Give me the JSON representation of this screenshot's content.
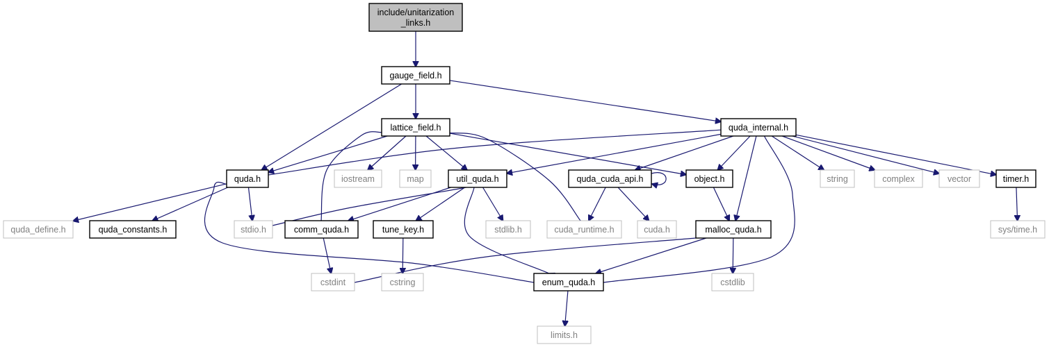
{
  "diagram": {
    "edge_color": "#191970",
    "root_fill": "#bfbfbf",
    "external_text_color": "#808080",
    "nodes": [
      {
        "id": "unitarization_links",
        "label": [
          "include/unitarization",
          "_links.h"
        ],
        "kind": "root"
      },
      {
        "id": "gauge_field",
        "label": [
          "gauge_field.h"
        ],
        "kind": "internal"
      },
      {
        "id": "lattice_field",
        "label": [
          "lattice_field.h"
        ],
        "kind": "internal"
      },
      {
        "id": "quda_internal",
        "label": [
          "quda_internal.h"
        ],
        "kind": "internal"
      },
      {
        "id": "quda",
        "label": [
          "quda.h"
        ],
        "kind": "internal"
      },
      {
        "id": "iostream",
        "label": [
          "iostream"
        ],
        "kind": "external"
      },
      {
        "id": "map",
        "label": [
          "map"
        ],
        "kind": "external"
      },
      {
        "id": "util_quda",
        "label": [
          "util_quda.h"
        ],
        "kind": "internal"
      },
      {
        "id": "quda_cuda_api",
        "label": [
          "quda_cuda_api.h"
        ],
        "kind": "internal"
      },
      {
        "id": "object",
        "label": [
          "object.h"
        ],
        "kind": "internal"
      },
      {
        "id": "string",
        "label": [
          "string"
        ],
        "kind": "external"
      },
      {
        "id": "complex",
        "label": [
          "complex"
        ],
        "kind": "external"
      },
      {
        "id": "vector",
        "label": [
          "vector"
        ],
        "kind": "external"
      },
      {
        "id": "timer",
        "label": [
          "timer.h"
        ],
        "kind": "internal"
      },
      {
        "id": "quda_define",
        "label": [
          "quda_define.h"
        ],
        "kind": "external"
      },
      {
        "id": "quda_constants",
        "label": [
          "quda_constants.h"
        ],
        "kind": "internal"
      },
      {
        "id": "stdio",
        "label": [
          "stdio.h"
        ],
        "kind": "external"
      },
      {
        "id": "comm_quda",
        "label": [
          "comm_quda.h"
        ],
        "kind": "internal"
      },
      {
        "id": "tune_key",
        "label": [
          "tune_key.h"
        ],
        "kind": "internal"
      },
      {
        "id": "stdlib",
        "label": [
          "stdlib.h"
        ],
        "kind": "external"
      },
      {
        "id": "cuda_runtime",
        "label": [
          "cuda_runtime.h"
        ],
        "kind": "external"
      },
      {
        "id": "cuda",
        "label": [
          "cuda.h"
        ],
        "kind": "external"
      },
      {
        "id": "malloc_quda",
        "label": [
          "malloc_quda.h"
        ],
        "kind": "internal"
      },
      {
        "id": "sys_time",
        "label": [
          "sys/time.h"
        ],
        "kind": "external"
      },
      {
        "id": "cstdint",
        "label": [
          "cstdint"
        ],
        "kind": "external"
      },
      {
        "id": "cstring",
        "label": [
          "cstring"
        ],
        "kind": "external"
      },
      {
        "id": "enum_quda",
        "label": [
          "enum_quda.h"
        ],
        "kind": "internal"
      },
      {
        "id": "cstdlib",
        "label": [
          "cstdlib"
        ],
        "kind": "external"
      },
      {
        "id": "limits",
        "label": [
          "limits.h"
        ],
        "kind": "external"
      }
    ],
    "edges": [
      [
        "unitarization_links",
        "gauge_field"
      ],
      [
        "gauge_field",
        "lattice_field"
      ],
      [
        "gauge_field",
        "quda"
      ],
      [
        "gauge_field",
        "quda_internal"
      ],
      [
        "lattice_field",
        "quda"
      ],
      [
        "lattice_field",
        "iostream"
      ],
      [
        "lattice_field",
        "map"
      ],
      [
        "lattice_field",
        "util_quda"
      ],
      [
        "lattice_field",
        "object"
      ],
      [
        "lattice_field",
        "comm_quda"
      ],
      [
        "lattice_field",
        "cuda_runtime"
      ],
      [
        "quda_internal",
        "quda"
      ],
      [
        "quda_internal",
        "util_quda"
      ],
      [
        "quda_internal",
        "quda_cuda_api"
      ],
      [
        "quda_internal",
        "object"
      ],
      [
        "quda_internal",
        "malloc_quda"
      ],
      [
        "quda_internal",
        "enum_quda"
      ],
      [
        "quda_internal",
        "string"
      ],
      [
        "quda_internal",
        "complex"
      ],
      [
        "quda_internal",
        "vector"
      ],
      [
        "quda_internal",
        "timer"
      ],
      [
        "quda",
        "quda_define"
      ],
      [
        "quda",
        "quda_constants"
      ],
      [
        "quda",
        "stdio"
      ],
      [
        "quda",
        "enum_quda"
      ],
      [
        "util_quda",
        "stdio"
      ],
      [
        "util_quda",
        "comm_quda"
      ],
      [
        "util_quda",
        "tune_key"
      ],
      [
        "util_quda",
        "stdlib"
      ],
      [
        "util_quda",
        "enum_quda"
      ],
      [
        "quda_cuda_api",
        "quda_cuda_api"
      ],
      [
        "quda_cuda_api",
        "cuda_runtime"
      ],
      [
        "quda_cuda_api",
        "cuda"
      ],
      [
        "object",
        "malloc_quda"
      ],
      [
        "timer",
        "sys_time"
      ],
      [
        "comm_quda",
        "cstdint"
      ],
      [
        "tune_key",
        "cstring"
      ],
      [
        "malloc_quda",
        "cstdint"
      ],
      [
        "malloc_quda",
        "enum_quda"
      ],
      [
        "malloc_quda",
        "cstdlib"
      ],
      [
        "enum_quda",
        "limits"
      ]
    ]
  }
}
